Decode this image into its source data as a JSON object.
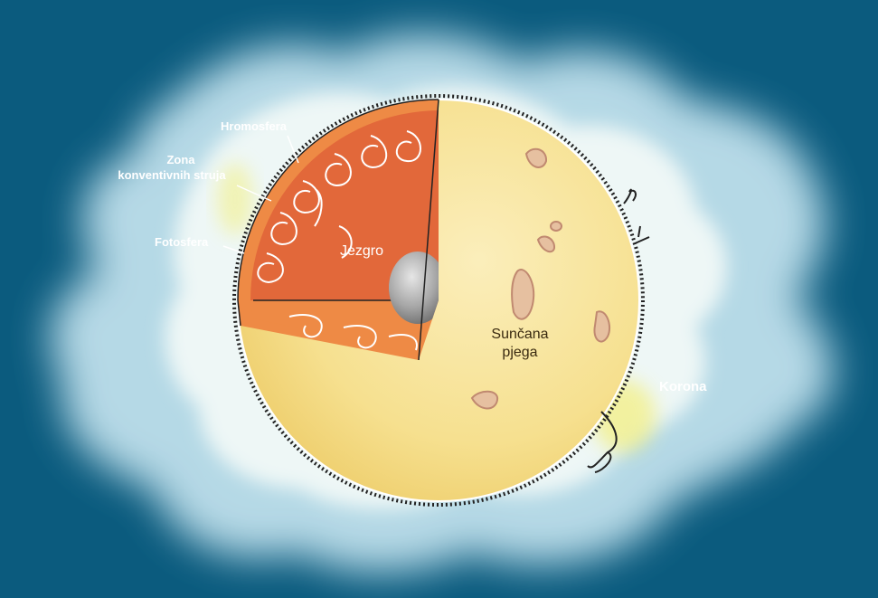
{
  "labels": {
    "chromosphere": "Hromosfera",
    "convection_line1": "Zona",
    "convection_line2": "konventivnih struja",
    "photosphere": "Fotosfera",
    "core": "Jezgro",
    "sunspot_line1": "Sunčana",
    "sunspot_line2": "pjega",
    "corona": "Korona"
  },
  "colors": {
    "background": "#0b5b7e",
    "sun_surface": "#f7e49a",
    "convection_zone": "#e2683a",
    "outer_layer": "#ee8a45",
    "core": "#9a9a9a",
    "corona_glow": "#e8f4f8"
  }
}
